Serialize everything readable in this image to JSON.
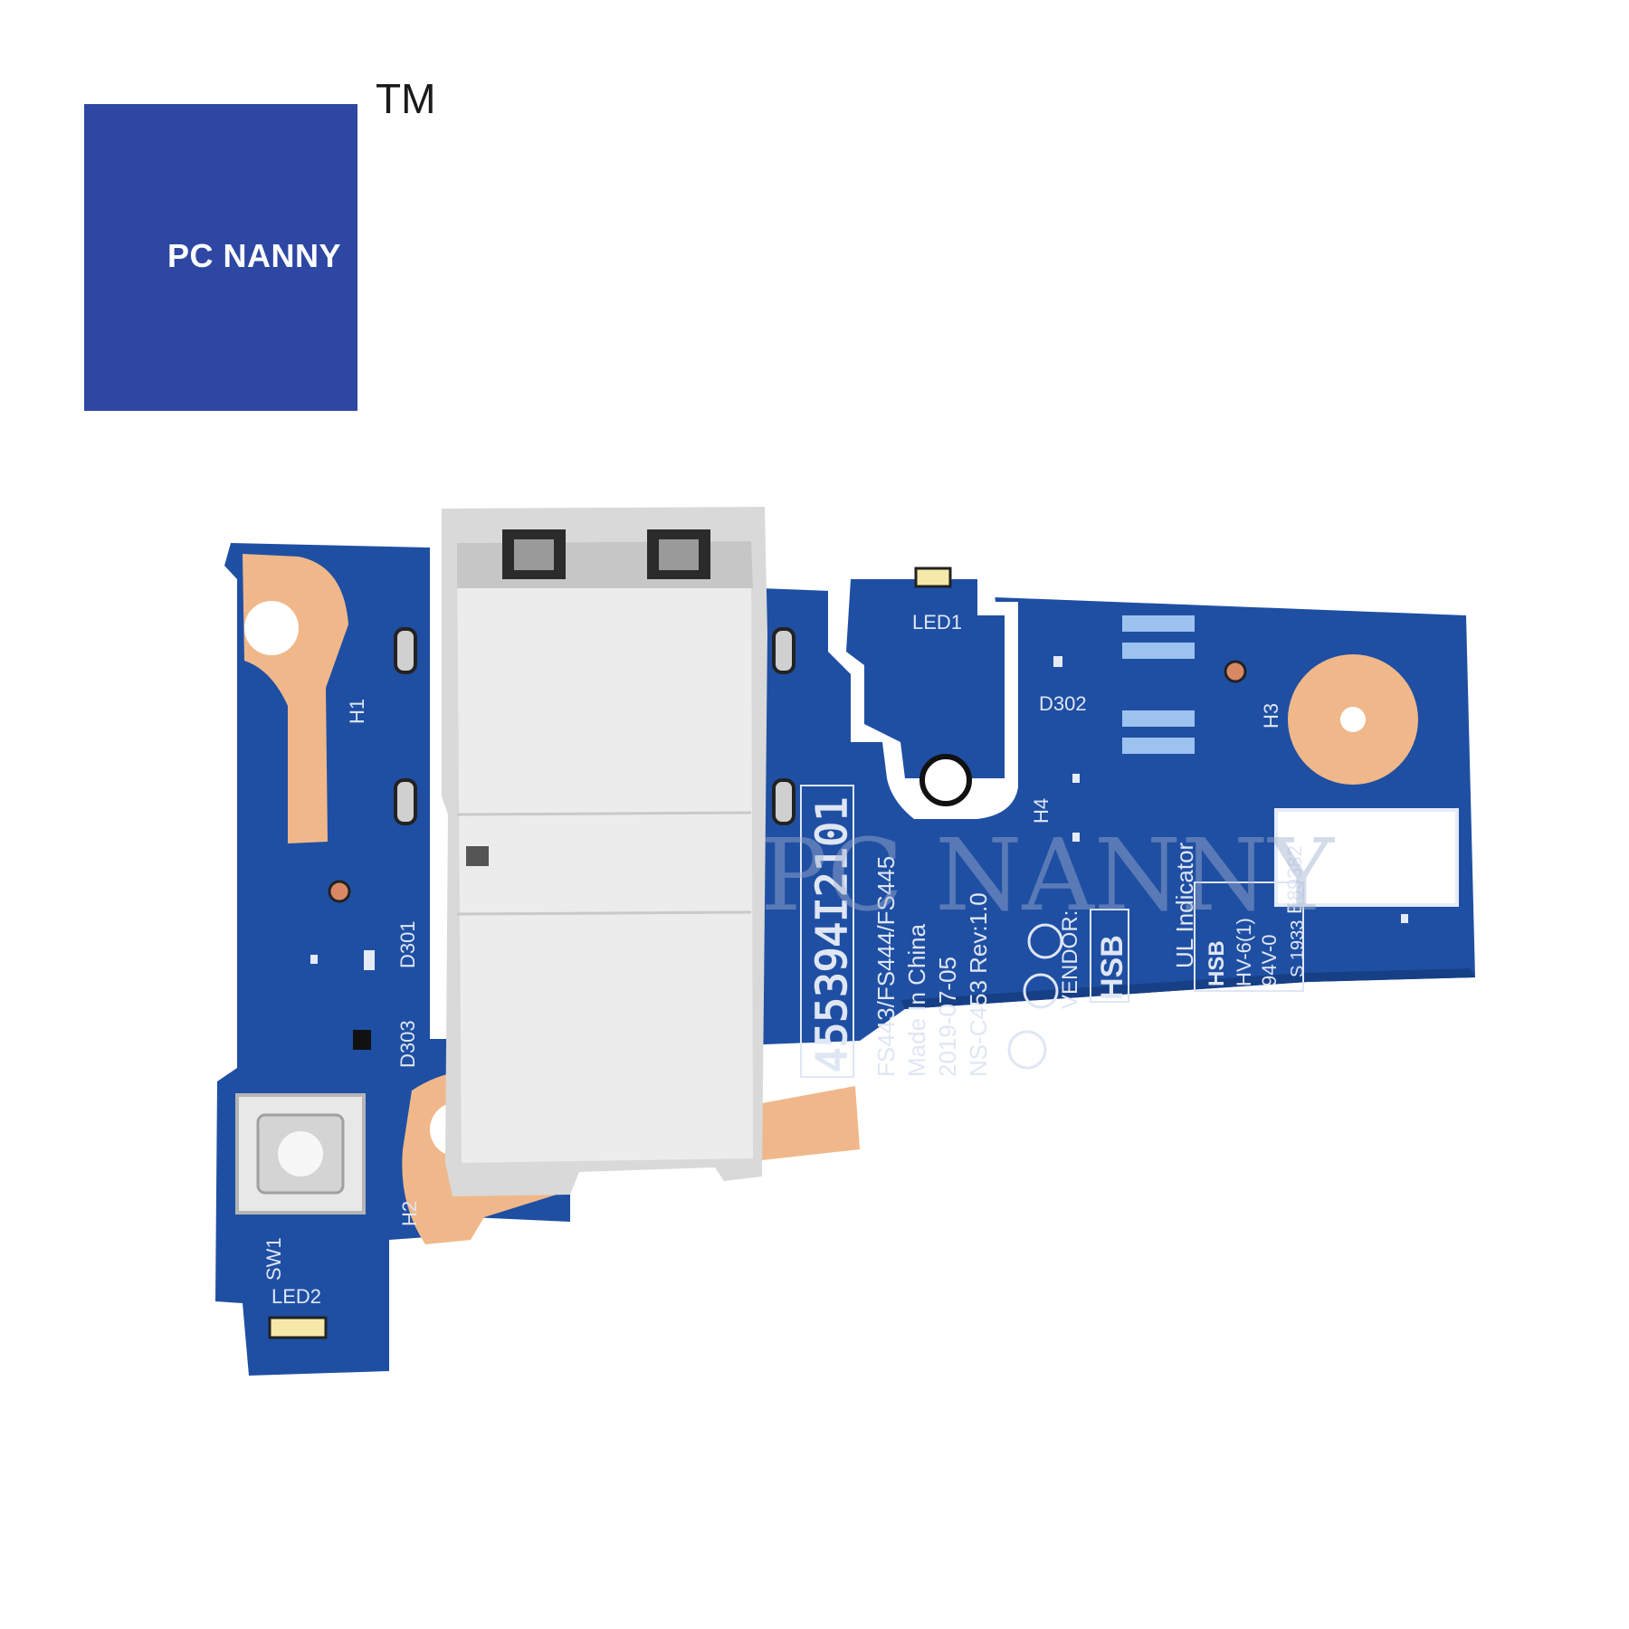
{
  "logo": {
    "brand": "PC NANNY",
    "trademark": "TM"
  },
  "board": {
    "part_number": "455394I2101",
    "model_line": "FS443/FS444/FS445",
    "origin": "Made In China",
    "date": "2019-07-05",
    "revision": "NS-C453 Rev:1.0",
    "vendor_label": "VENDOR:",
    "vendor_code": "HSB",
    "ul_label": "UL Indicator",
    "hsb_block": [
      "HSB",
      "HV-6(1)",
      "94V-0",
      "E89382"
    ],
    "side_code": "S 1933",
    "refs": {
      "h1": "H1",
      "h2": "H2",
      "h3": "H3",
      "h4": "H4",
      "led1": "LED1",
      "led2": "LED2",
      "d301": "D301",
      "d302": "D302",
      "d303": "D303",
      "sw1": "SW1"
    },
    "watermark": "PC NANNY"
  },
  "colors": {
    "logo_bg": "#2d47a3",
    "pcb_blue": "#1f4fa3",
    "copper_pad": "#f0b88a",
    "usb_metal": "#d9d9d9"
  }
}
